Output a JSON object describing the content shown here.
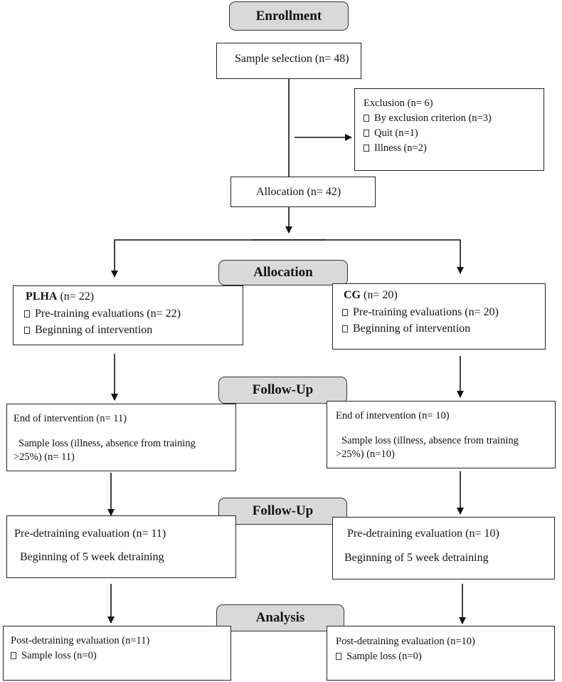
{
  "stages": {
    "enrollment": "Enrollment",
    "allocation": "Allocation",
    "followup1": "Follow-Up",
    "followup2": "Follow-Up",
    "analysis": "Analysis"
  },
  "sample_selection": "Sample selection (n= 48)",
  "exclusion": {
    "title": "Exclusion (n= 6)",
    "items": [
      "By exclusion criterion (n=3)",
      "Quit (n=1)",
      "Illness (n=2)"
    ]
  },
  "allocation_box": "Allocation (n= 42)",
  "left": {
    "group_name": "PLHA",
    "group_n": " (n= 22)",
    "alloc_items": [
      "Pre-training evaluations (n= 22)",
      "Beginning of intervention"
    ],
    "end_intervention": "End of intervention (n= 11)",
    "sample_loss_line1": "Sample loss (illness, absence from training",
    "sample_loss_line2": ">25%) (n= 11)",
    "pre_detraining": "Pre-detraining evaluation (n= 11)",
    "detraining_start": "Beginning of 5 week detraining",
    "post_detraining": "Post-detraining evaluation (n=11)",
    "post_loss": "Sample loss (n=0)"
  },
  "right": {
    "group_name": "CG",
    "group_n": " (n= 20)",
    "alloc_items": [
      "Pre-training evaluations (n= 20)",
      "Beginning of intervention"
    ],
    "end_intervention": "End of intervention (n= 10)",
    "sample_loss_line1": "Sample loss (illness, absence from training",
    "sample_loss_line2": ">25%) (n=10)",
    "pre_detraining": "Pre-detraining evaluation (n= 10)",
    "detraining_start": "Beginning of 5 week detraining",
    "post_detraining": "Post-detraining evaluation (n=10)",
    "post_loss": "Sample loss (n=0)"
  }
}
